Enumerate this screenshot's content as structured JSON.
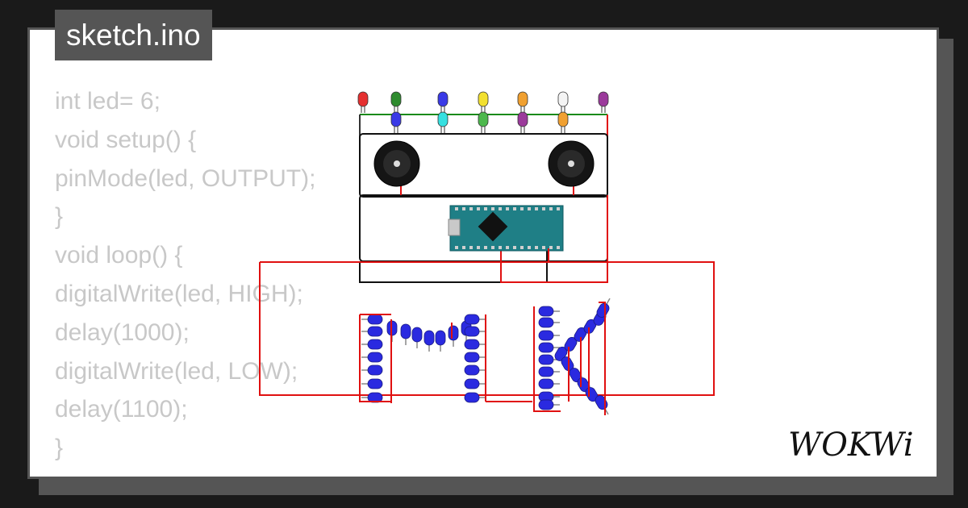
{
  "tab": {
    "title": "sketch.ino"
  },
  "code_lines": [
    "int led= 6;",
    "void setup() {",
    "pinMode(led, OUTPUT);",
    "}",
    "void loop() {",
    "digitalWrite(led, HIGH);",
    "delay(1000);",
    "digitalWrite(led, LOW);",
    "delay(1100);",
    "}"
  ],
  "brand": {
    "name": "WOKWi"
  },
  "colors": {
    "background": "#1a1a1a",
    "card": "#ffffff",
    "frame": "#555555",
    "code_text": "#c8c8c8",
    "wire_red": "#e01010",
    "wire_green": "#1a8a1a",
    "wire_black": "#111111",
    "led_blue": "#2a2ae0",
    "board": "#1f7f86"
  },
  "diagram": {
    "top_led_row": [
      "red",
      "green",
      "blue",
      "yellow",
      "orange",
      "white",
      "purple"
    ],
    "second_led_row": [
      "blue",
      "cyan",
      "green",
      "purple",
      "orange"
    ],
    "top_led_colors": [
      "#e53030",
      "#2e8b2e",
      "#3a3ae6",
      "#f2e030",
      "#f0a030",
      "#f4f4f4",
      "#9b3a9b"
    ],
    "second_led_colors": [
      "#3a3ae6",
      "#35e0e0",
      "#4cb84c",
      "#9b3a9b",
      "#f0a030"
    ],
    "buzzer_icon": "buzzer-icon",
    "board_icon": "arduino-nano-icon"
  }
}
